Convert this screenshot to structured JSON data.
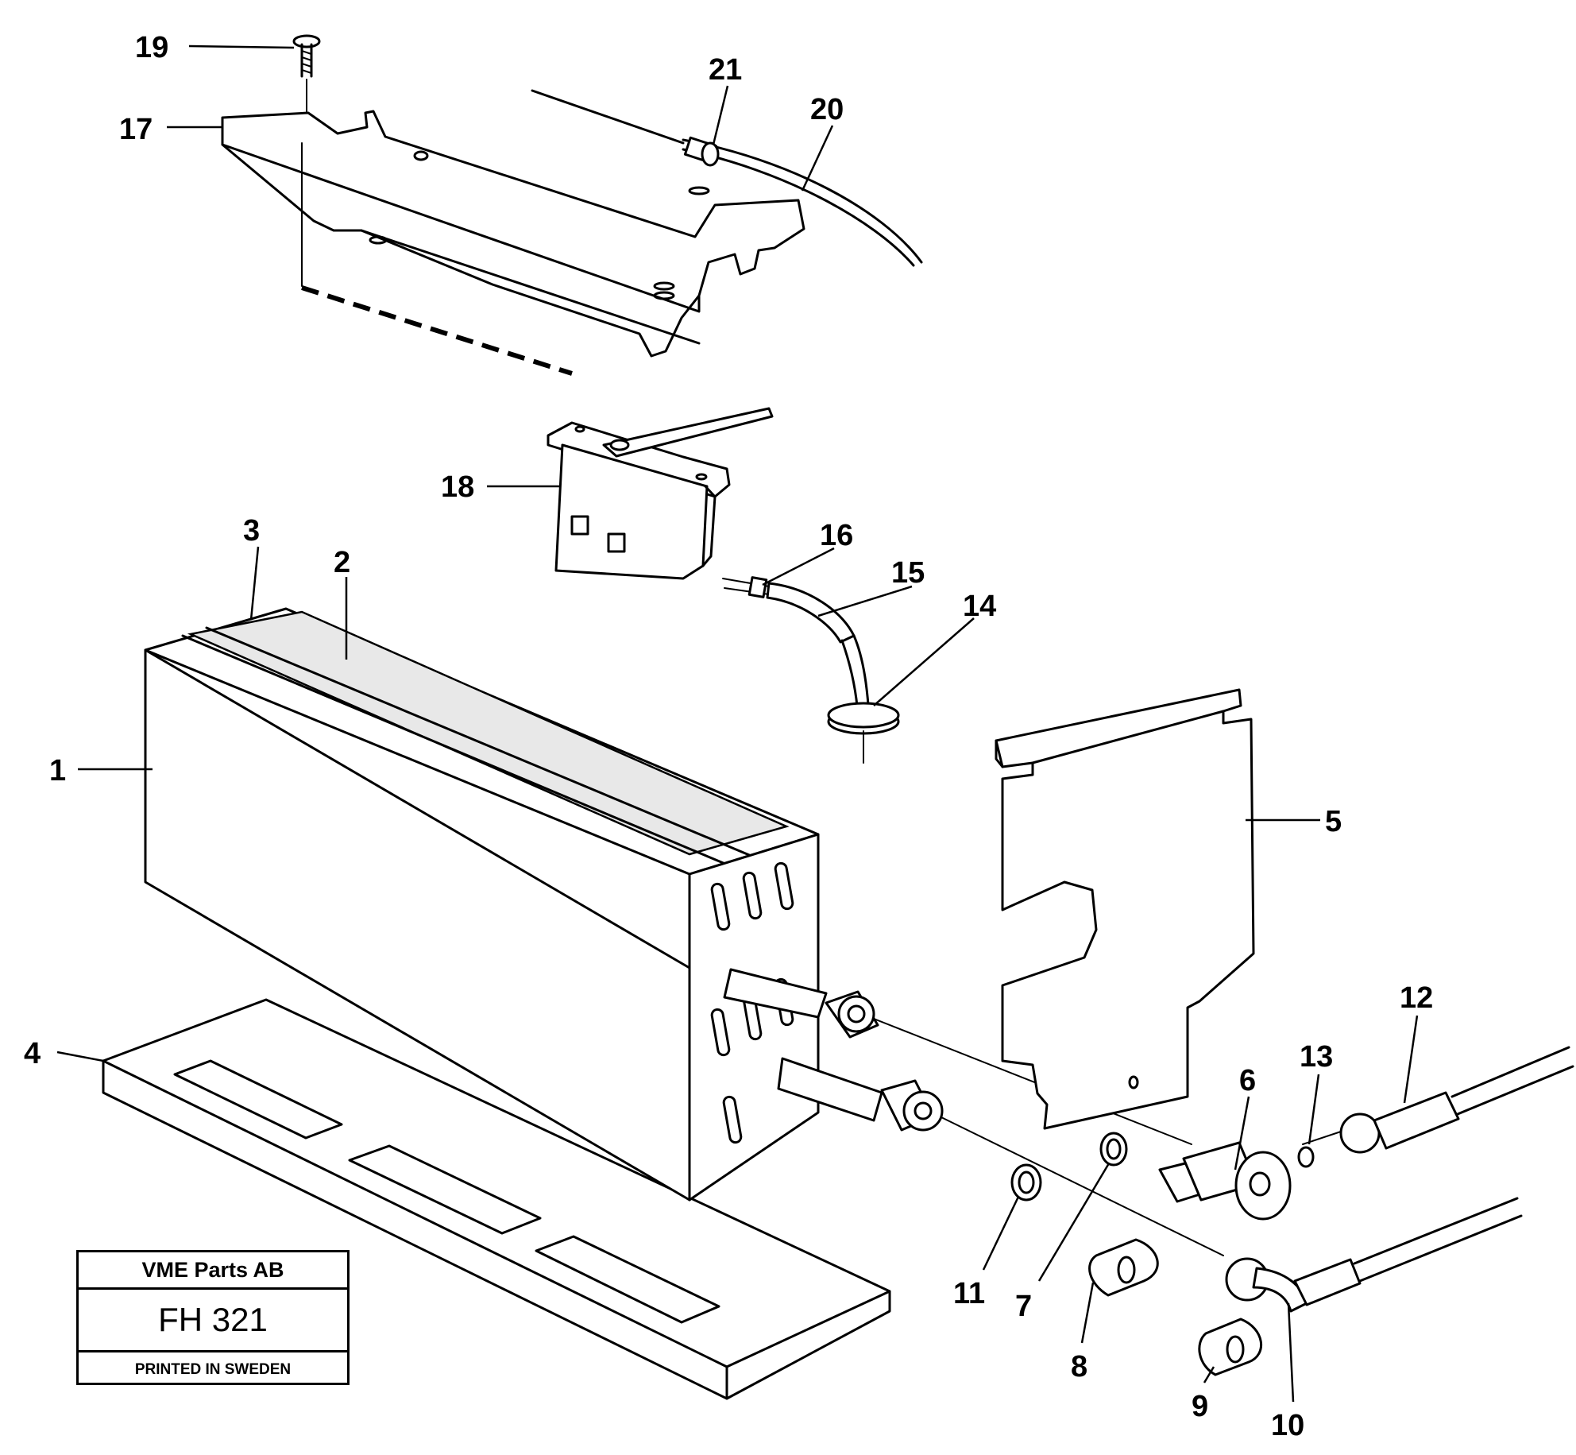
{
  "title_block": {
    "company": "VME Parts AB",
    "code": "FH 321",
    "printed": "PRINTED IN SWEDEN"
  },
  "callouts": [
    {
      "id": "1",
      "label": "1"
    },
    {
      "id": "2",
      "label": "2"
    },
    {
      "id": "3",
      "label": "3"
    },
    {
      "id": "4",
      "label": "4"
    },
    {
      "id": "5",
      "label": "5"
    },
    {
      "id": "6",
      "label": "6"
    },
    {
      "id": "7",
      "label": "7"
    },
    {
      "id": "8",
      "label": "8"
    },
    {
      "id": "9",
      "label": "9"
    },
    {
      "id": "10",
      "label": "10"
    },
    {
      "id": "11",
      "label": "11"
    },
    {
      "id": "12",
      "label": "12"
    },
    {
      "id": "13",
      "label": "13"
    },
    {
      "id": "14",
      "label": "14"
    },
    {
      "id": "15",
      "label": "15"
    },
    {
      "id": "16",
      "label": "16"
    },
    {
      "id": "17",
      "label": "17"
    },
    {
      "id": "18",
      "label": "18"
    },
    {
      "id": "19",
      "label": "19"
    },
    {
      "id": "20",
      "label": "20"
    },
    {
      "id": "21",
      "label": "21"
    }
  ]
}
